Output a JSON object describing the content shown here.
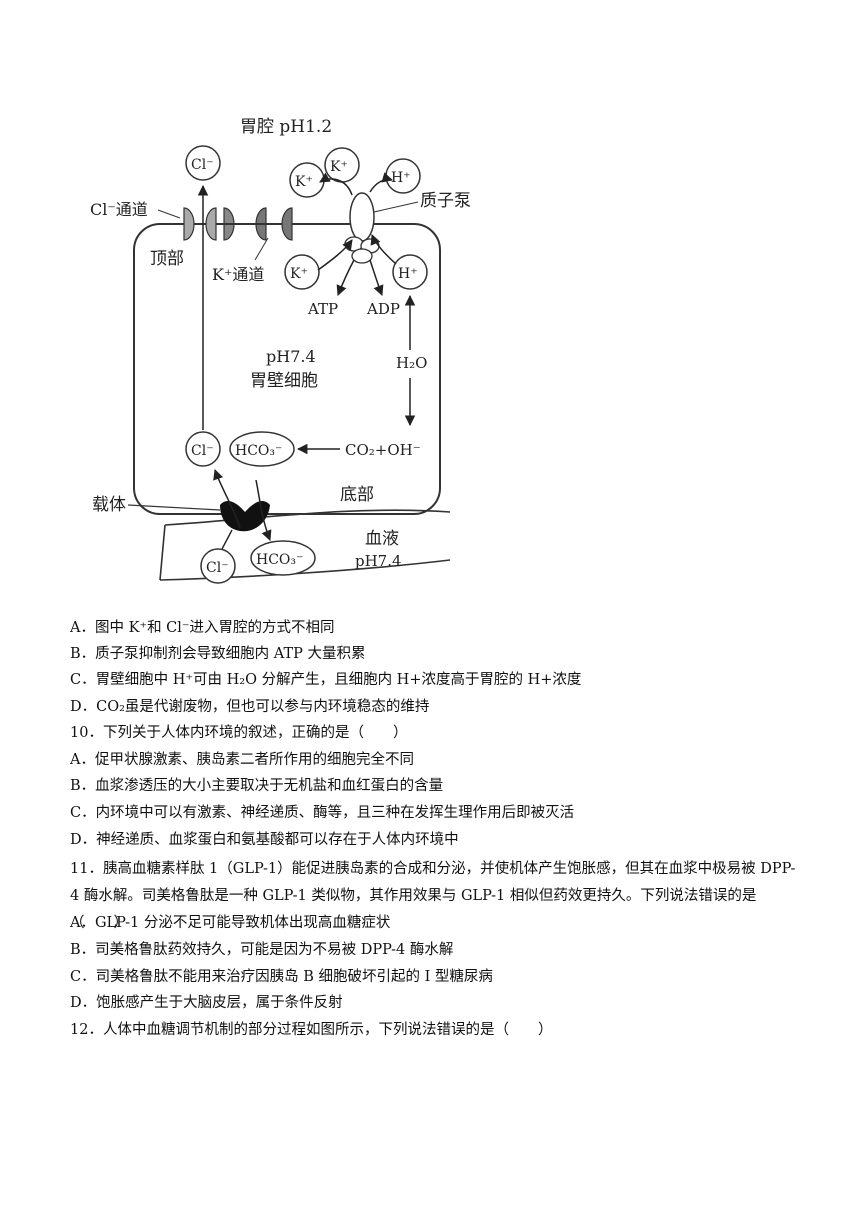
{
  "diagram": {
    "stomach_label": "胃腔 pH1.2",
    "cl_channel": "Cl⁻通道",
    "apical": "顶部",
    "k_channel": "K⁺通道",
    "proton_pump": "质子泵",
    "atp": "ATP",
    "adp": "ADP",
    "cell_ph": "pH7.4",
    "cell_name": "胃壁细胞",
    "h2o": "H₂O",
    "co2_oh": "CO₂+OH⁻",
    "basal": "底部",
    "carrier": "载体",
    "blood": "血液",
    "blood_ph": "pH7.4",
    "ion_cl": "Cl⁻",
    "ion_k": "K⁺",
    "ion_h": "H⁺",
    "ion_hco3": "HCO₃⁻"
  },
  "questions": [
    {
      "id": "opt-a-9",
      "text": "A．图中 K⁺和 Cl⁻进入胃腔的方式不相同"
    },
    {
      "id": "opt-b-9",
      "text": "B．质子泵抑制剂会导致细胞内 ATP 大量积累"
    },
    {
      "id": "opt-c-9",
      "text": "C．胃壁细胞中 H⁺可由 H₂O 分解产生，且细胞内 H+浓度高于胃腔的 H+浓度"
    },
    {
      "id": "opt-d-9",
      "text": "D．CO₂虽是代谢废物，但也可以参与内环境稳态的维持"
    },
    {
      "id": "q10",
      "text": "10．下列关于人体内环境的叙述，正确的是（　　）"
    },
    {
      "id": "opt-a-10",
      "text": "A．促甲状腺激素、胰岛素二者所作用的细胞完全不同"
    },
    {
      "id": "opt-b-10",
      "text": "B．血浆渗透压的大小主要取决于无机盐和血红蛋白的含量"
    },
    {
      "id": "opt-c-10",
      "text": "C．内环境中可以有激素、神经递质、酶等，且三种在发挥生理作用后即被灭活"
    },
    {
      "id": "opt-d-10",
      "text": "D．神经递质、血浆蛋白和氨基酸都可以存在于人体内环境中"
    },
    {
      "id": "q11",
      "text": "11．胰高血糖素样肽 1（GLP-1）能促进胰岛素的合成和分泌，并使机体产生饱胀感，但其在血浆中极易被 DPP-4 酶水解。司美格鲁肽是一种 GLP-1 类似物，其作用效果与 GLP-1 相似但药效更持久。下列说法错误的是（　　）"
    },
    {
      "id": "opt-a-11",
      "text": "A．GLP-1 分泌不足可能导致机体出现高血糖症状"
    },
    {
      "id": "opt-b-11",
      "text": "B．司美格鲁肽药效持久，可能是因为不易被 DPP-4 酶水解"
    },
    {
      "id": "opt-c-11",
      "text": "C．司美格鲁肽不能用来治疗因胰岛 B 细胞破坏引起的 I 型糖尿病"
    },
    {
      "id": "opt-d-11",
      "text": "D．饱胀感产生于大脑皮层，属于条件反射"
    },
    {
      "id": "q12",
      "text": "12．人体中血糖调节机制的部分过程如图所示，下列说法错误的是（　　）"
    }
  ]
}
